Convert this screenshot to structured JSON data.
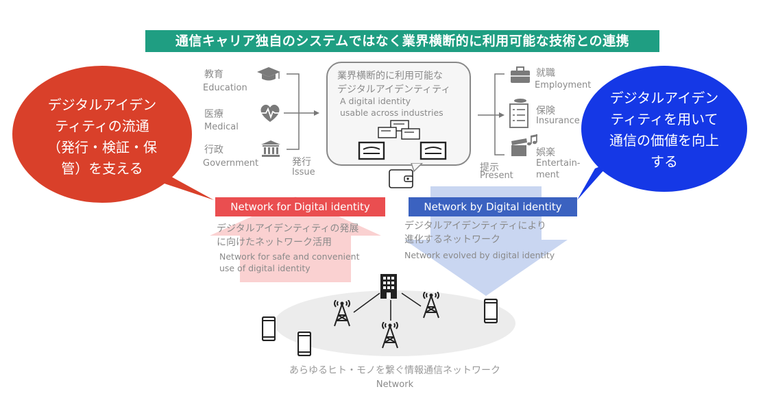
{
  "banner": {
    "title": "通信キャリア独自のシステムではなく業界横断的に利用可能な技術との連携"
  },
  "left_sources": [
    {
      "jp": "教育",
      "en": "Education",
      "icon": "graduation-cap-icon"
    },
    {
      "jp": "医療",
      "en": "Medical",
      "icon": "heart-pulse-icon"
    },
    {
      "jp": "行政",
      "en": "Government",
      "icon": "government-building-icon"
    }
  ],
  "issue": {
    "jp": "発行",
    "en": "Issue"
  },
  "center": {
    "jp_line1": "業界横断的に利用可能な",
    "jp_line2": "デジタルアイデンティティ",
    "en_line1": "A digital identity",
    "en_line2": "usable across industries"
  },
  "present": {
    "jp": "提示",
    "en": "Present"
  },
  "right_targets": [
    {
      "jp": "就職",
      "en": "Employment",
      "icon": "briefcase-icon"
    },
    {
      "jp": "保険",
      "en": "Insurance",
      "icon": "insurance-checklist-icon"
    },
    {
      "jp": "娯楽",
      "en": "Entertain-",
      "en2": "ment",
      "icon": "entertainment-icon"
    }
  ],
  "left_bubble": {
    "lines": [
      "デジタルアイデン",
      "ティティの流通",
      "（発行・検証・保",
      "管）を支える"
    ]
  },
  "right_bubble": {
    "lines": [
      "デジタルアイデン",
      "ティティを用いて",
      "通信の価値を向上",
      "する"
    ]
  },
  "left_tag": {
    "label": "Network for Digital identity"
  },
  "right_tag": {
    "label": "Network by  Digital identity"
  },
  "left_desc": {
    "jp1": "デジタルアイデンティティの発展",
    "jp2": "に向けたネットワーク活用",
    "en1": "Network for safe and convenient",
    "en2": "use of digital identity"
  },
  "right_desc": {
    "jp1": "デジタルアイデンティティにより",
    "jp2": "進化するネットワーク",
    "en1": "Network evolved by digital identity"
  },
  "network": {
    "jp": "あらゆるヒト・モノを繋ぐ情報通信ネットワーク",
    "en": "Network"
  },
  "colors": {
    "banner": "#1f9e82",
    "red": "#d9402a",
    "blue": "#1538e6",
    "tag_red": "#ea4e50",
    "tag_blue": "#3b62c0"
  }
}
